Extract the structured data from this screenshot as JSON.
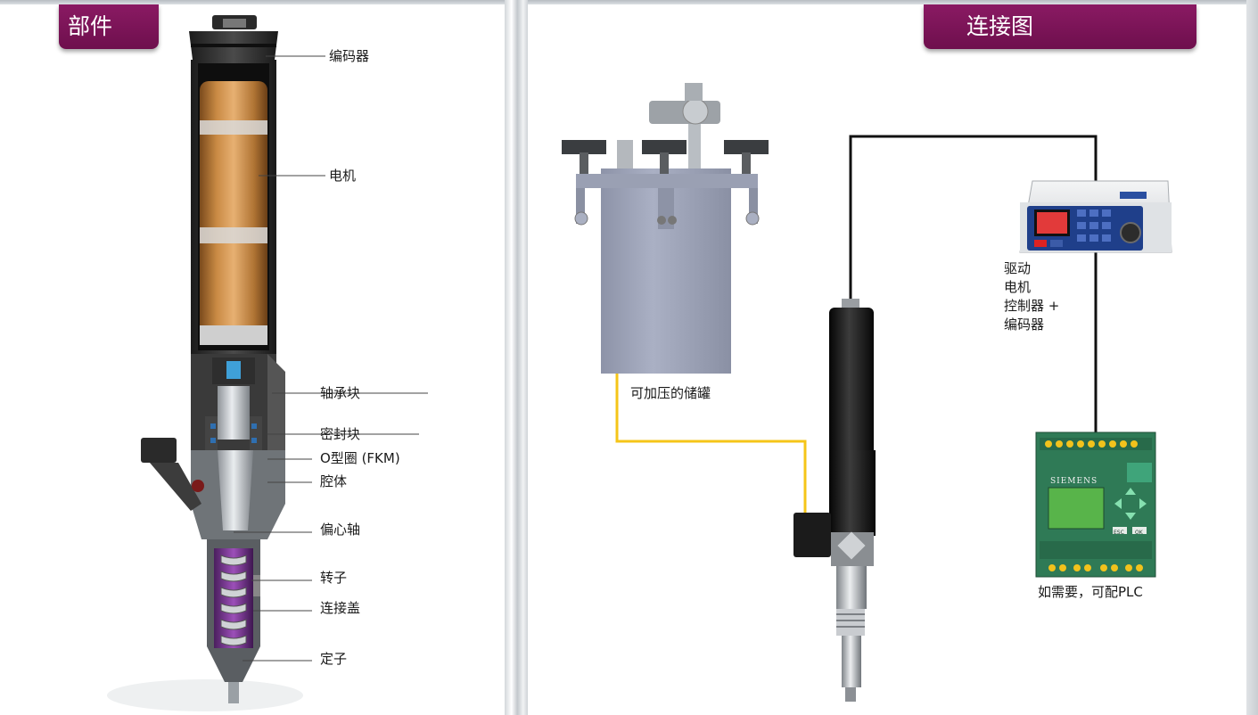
{
  "left_panel": {
    "title": "部件",
    "callouts": {
      "encoder": "编码器",
      "motor": "电机",
      "bearing_block": "轴承块",
      "seal_block": "密封块",
      "o_ring": "O型圈 (FKM)",
      "cavity": "腔体",
      "eccentric_shaft": "偏心轴",
      "rotor": "转子",
      "connecting_cap": "连接盖",
      "stator": "定子"
    }
  },
  "right_panel": {
    "title": "连接图",
    "tank_label": "可加压的储罐",
    "controller_label": [
      "驱动",
      "电机",
      "控制器 +",
      "编码器"
    ],
    "plc_label": "如需要，可配PLC",
    "plc_brand": "SIEMENS",
    "plc_keys": [
      "ESC",
      "OK"
    ]
  },
  "colors": {
    "title_tab": "#7a1458",
    "yellow_tube": "#f5c518",
    "black_cable": "#111111"
  }
}
